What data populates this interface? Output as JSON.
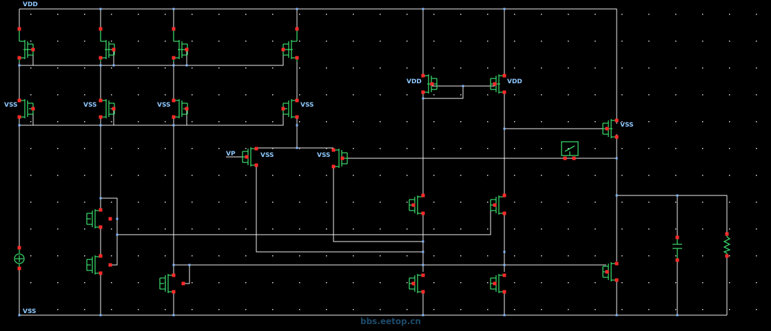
{
  "labels": {
    "vdd": "VDD",
    "vss": "VSS",
    "vp": "VP"
  },
  "watermark": "bbs.eetop.cn",
  "colors": {
    "background": "#000000",
    "wire": "#f2f2f2",
    "device": "#39d86a",
    "pin": "#ff2a2a",
    "net_label": "#8fc8ff",
    "node": "#7fb8ff"
  }
}
